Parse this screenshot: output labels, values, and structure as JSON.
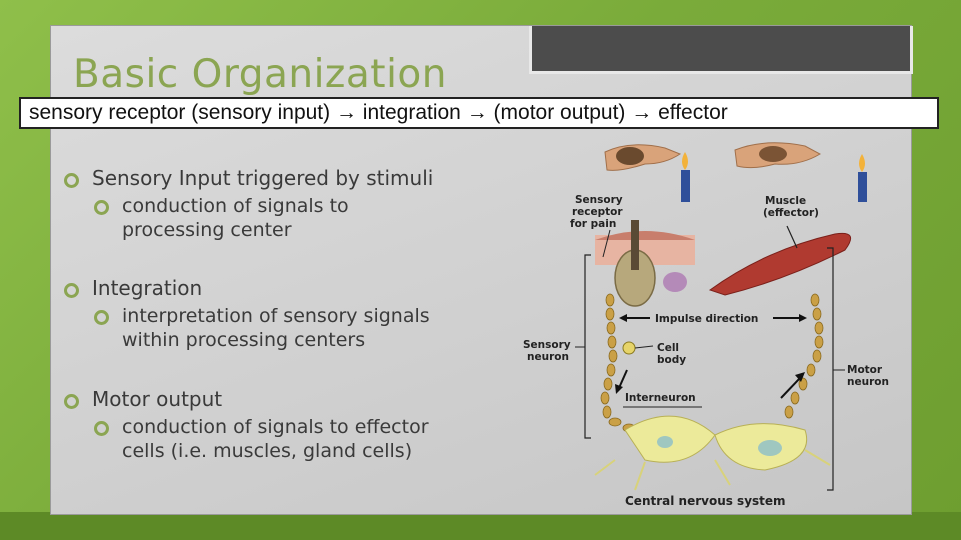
{
  "slide": {
    "title": "Basic Organization",
    "flow": "sensory receptor (sensory input) → integration  → (motor output) → effector",
    "bullets": [
      {
        "heading": "Sensory Input triggered by stimuli",
        "subs": [
          "conduction of signals to",
          "processing center"
        ]
      },
      {
        "heading": "Integration",
        "subs": [
          "interpretation of sensory signals",
          "within processing centers"
        ]
      },
      {
        "heading": "Motor output",
        "subs": [
          "conduction of signals to effector",
          "cells (i.e. muscles, gland cells)"
        ]
      }
    ]
  },
  "figure": {
    "labels": {
      "receptor_1": "Sensory",
      "receptor_2": "receptor",
      "receptor_3": "for pain",
      "muscle_1": "Muscle",
      "muscle_2": "(effector)",
      "impulse": "Impulse direction",
      "sensory_1": "Sensory",
      "sensory_2": "neuron",
      "cell_1": "Cell",
      "cell_2": "body",
      "interneuron": "Interneuron",
      "motor_1": "Motor",
      "motor_2": "neuron",
      "cns": "Central nervous system"
    }
  },
  "colors": {
    "accent": "#8ba552",
    "background": "#7aab3a",
    "slide": "#d2d2d2"
  }
}
